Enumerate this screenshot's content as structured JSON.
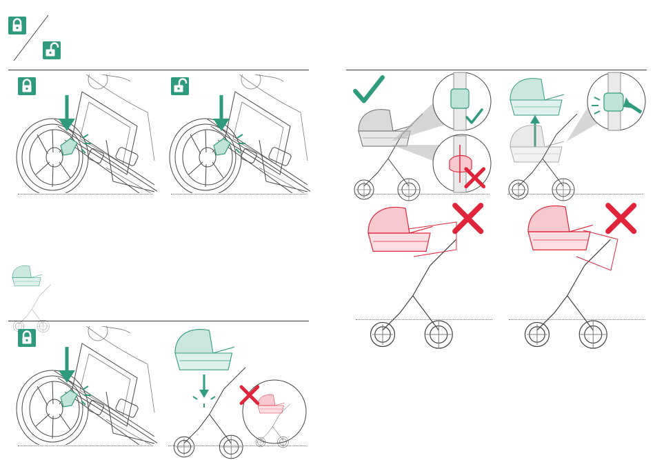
{
  "colors": {
    "accent_green": "#2f9a7d",
    "light_green": "#bfe3d6",
    "warning_red": "#e0243a",
    "line_gray": "#444444"
  },
  "icons": {
    "locked": "padlock-closed-icon",
    "unlocked": "padlock-open-icon",
    "correct": "checkmark-icon",
    "incorrect": "x-mark-icon",
    "push_down": "down-arrow-icon",
    "lift_up": "up-arrow-icon",
    "press": "press-arrow-icon"
  },
  "panels": [
    {
      "name": "wheel-locked",
      "state": "locked"
    },
    {
      "name": "wheel-unlocked",
      "state": "unlocked"
    },
    {
      "name": "carrycot-attach-correct",
      "state": "correct"
    },
    {
      "name": "carrycot-lift-off",
      "state": "release"
    },
    {
      "name": "carrycot-wrong-1",
      "state": "incorrect"
    },
    {
      "name": "carrycot-wrong-2",
      "state": "incorrect"
    },
    {
      "name": "wheel-locked-2",
      "state": "locked"
    },
    {
      "name": "carrycot-attach-down",
      "state": "attach"
    }
  ]
}
